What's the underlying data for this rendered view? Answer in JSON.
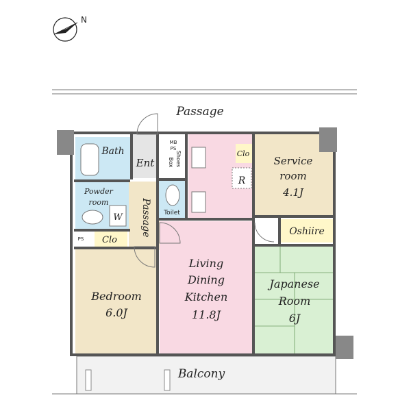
{
  "compass": {
    "north_letter": "N"
  },
  "labels": {
    "passage_outer": "Passage",
    "bath": "Bath",
    "ent": "Ent",
    "mb": "MB",
    "ps": "PS",
    "shoes": "Shoes",
    "box": "Box",
    "clo": "Clo",
    "r": "R",
    "service_room": "Service",
    "service_room2": "room",
    "service_size": "4.1J",
    "powder_room": "Powder",
    "powder_room2": "room",
    "w": "W",
    "passage_inner": "Passage",
    "toilet": "Toilet",
    "oshiire": "Oshiire",
    "ps2": "PS",
    "clo2": "Clo",
    "living": "Living",
    "dining": "Dining",
    "kitchen": "Kitchen",
    "ldk_size": "11.8J",
    "japanese": "Japanese",
    "room": "Room",
    "japanese_size": "6J",
    "bedroom": "Bedroom",
    "bedroom_size": "6.0J",
    "balcony": "Balcony"
  },
  "colors": {
    "bath": "#cce8f4",
    "kitchen": "#f9d9e3",
    "ldk": "#f9d9e3",
    "service": "#f2e6c8",
    "japanese": "#d9f0d3",
    "bedroom": "#f2e6c8",
    "closet": "#fff7c9",
    "entrance": "#e5e5e5",
    "passage": "#f2e6c8",
    "balcony": "#f2f2f2"
  }
}
